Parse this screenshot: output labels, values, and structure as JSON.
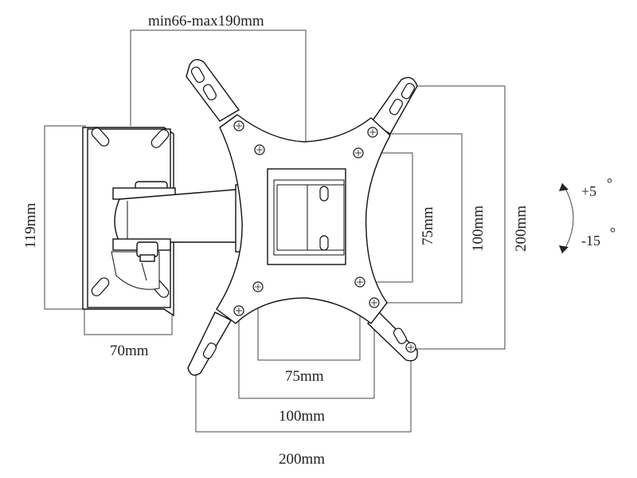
{
  "dimensions": {
    "arm_extension": "min66-max190mm",
    "wall_plate_height": "119mm",
    "wall_plate_width": "70mm",
    "vesa_75_h": "75mm",
    "vesa_100_h": "100mm",
    "vesa_200_h": "200mm",
    "vesa_75_w": "75mm",
    "vesa_100_w": "100mm",
    "vesa_200_w": "200mm"
  },
  "tilt": {
    "up": "+5",
    "down": "-15",
    "unit": "°"
  }
}
